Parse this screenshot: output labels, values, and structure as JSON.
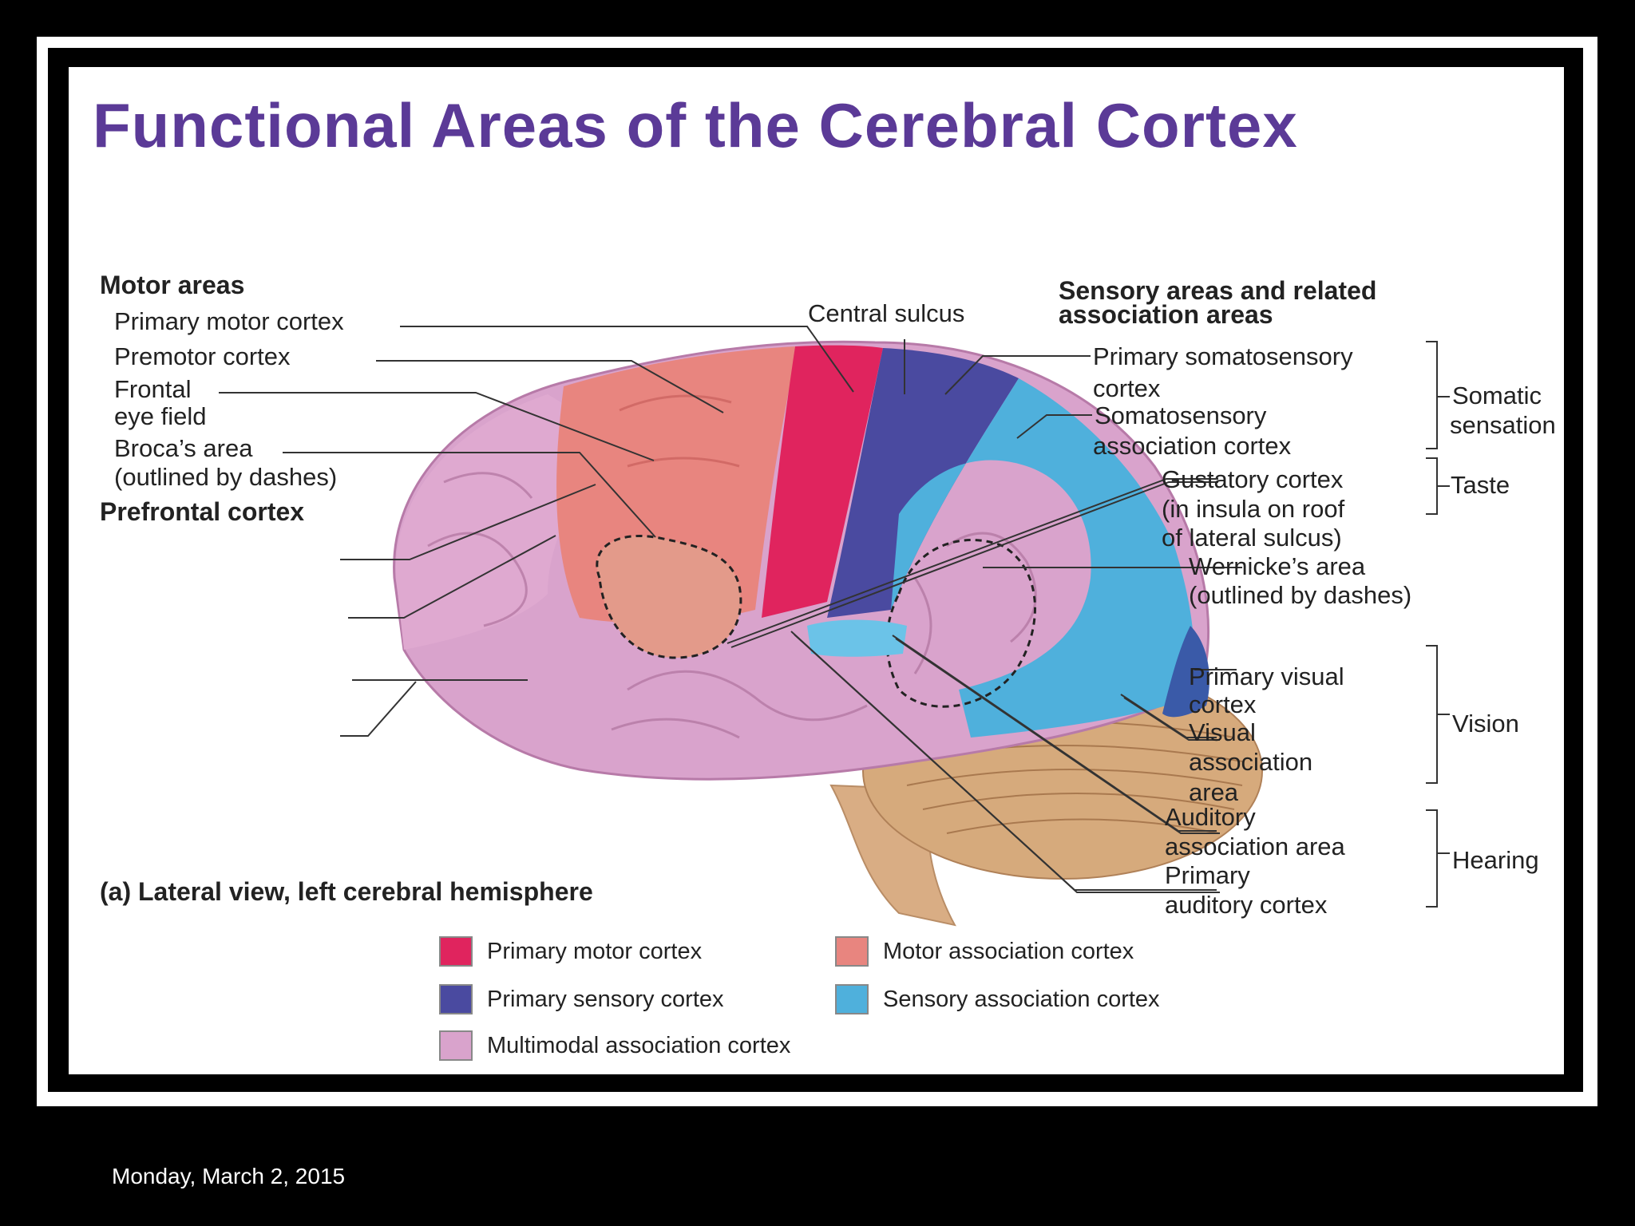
{
  "title": "Functional Areas of the Cerebral Cortex",
  "motor": {
    "heading": "Motor areas",
    "primary_motor": "Primary motor cortex",
    "premotor": "Premotor cortex",
    "frontal_1": "Frontal",
    "frontal_2": "eye field",
    "broca_1": "Broca’s area",
    "broca_2": "(outlined by dashes)",
    "prefrontal": "Prefrontal cortex"
  },
  "central_sulcus": "Central sulcus",
  "sensory": {
    "heading_1": "Sensory areas and related",
    "heading_2": "association areas",
    "primary_somato_1": "Primary somatosensory",
    "primary_somato_2": "cortex",
    "somato_assoc_1": "Somatosensory",
    "somato_assoc_2": "association cortex",
    "somatic_1": "Somatic",
    "somatic_2": "sensation",
    "gustatory_1": "Gustatory cortex",
    "gustatory_2": "(in insula on roof",
    "gustatory_3": "of lateral sulcus)",
    "taste": "Taste",
    "wernicke_1": "Wernicke’s area",
    "wernicke_2": "(outlined by dashes)",
    "primary_visual_1": "Primary visual",
    "primary_visual_2": "cortex",
    "visual_assoc_1": "Visual",
    "visual_assoc_2": "association",
    "visual_assoc_3": "area",
    "vision": "Vision",
    "auditory_assoc_1": "Auditory",
    "auditory_assoc_2": "association area",
    "primary_auditory_1": "Primary",
    "primary_auditory_2": "auditory cortex",
    "hearing": "Hearing"
  },
  "caption": "(a) Lateral view, left cerebral hemisphere",
  "legend": [
    {
      "label": "Primary motor cortex",
      "color": "#e0245e"
    },
    {
      "label": "Motor association cortex",
      "color": "#e8857f"
    },
    {
      "label": "Primary sensory cortex",
      "color": "#4a4aa0"
    },
    {
      "label": "Sensory association cortex",
      "color": "#4fb0dc"
    },
    {
      "label": "Multimodal association cortex",
      "color": "#d9a3cc"
    }
  ],
  "colors": {
    "title": "#5b3a97",
    "primary_motor": "#e0245e",
    "motor_association": "#e8857f",
    "primary_sensory": "#4a4aa0",
    "sensory_association": "#4fb0dc",
    "multimodal": "#d9a3cc",
    "cerebellum": "#d6aa7c"
  },
  "date": "Monday, March 2, 2015"
}
